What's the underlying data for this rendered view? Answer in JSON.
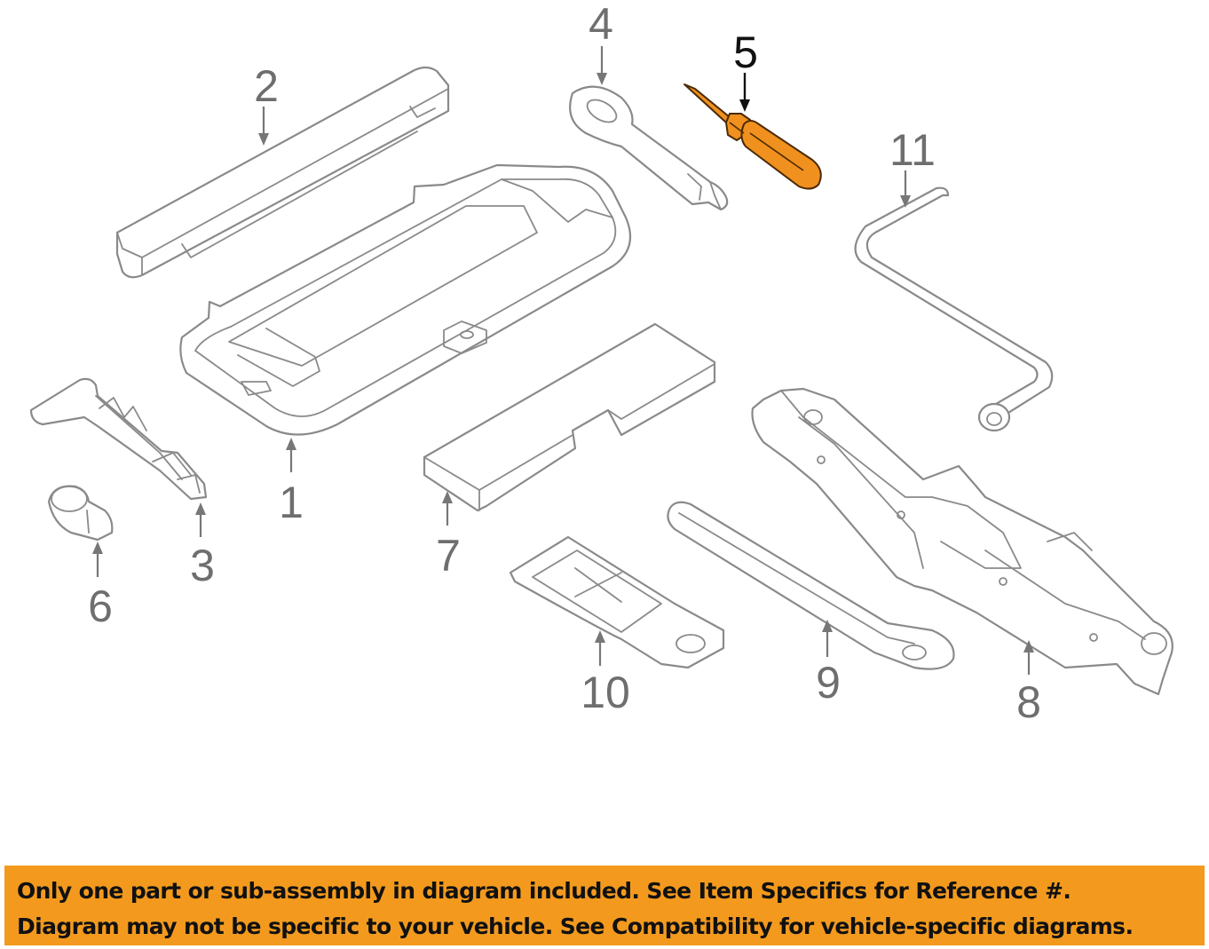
{
  "diagram": {
    "callouts": [
      "1",
      "2",
      "3",
      "4",
      "5",
      "6",
      "7",
      "8",
      "9",
      "10",
      "11"
    ],
    "highlighted_callout": "5",
    "highlight_color": "#f0901e"
  },
  "banner": {
    "line1": "Only one part or sub-assembly in diagram included. See Item Specifics for Reference #.",
    "line2": "Diagram may not be specific to your vehicle. See Compatibility for vehicle-specific diagrams.",
    "background_color": "#f39a1e"
  }
}
